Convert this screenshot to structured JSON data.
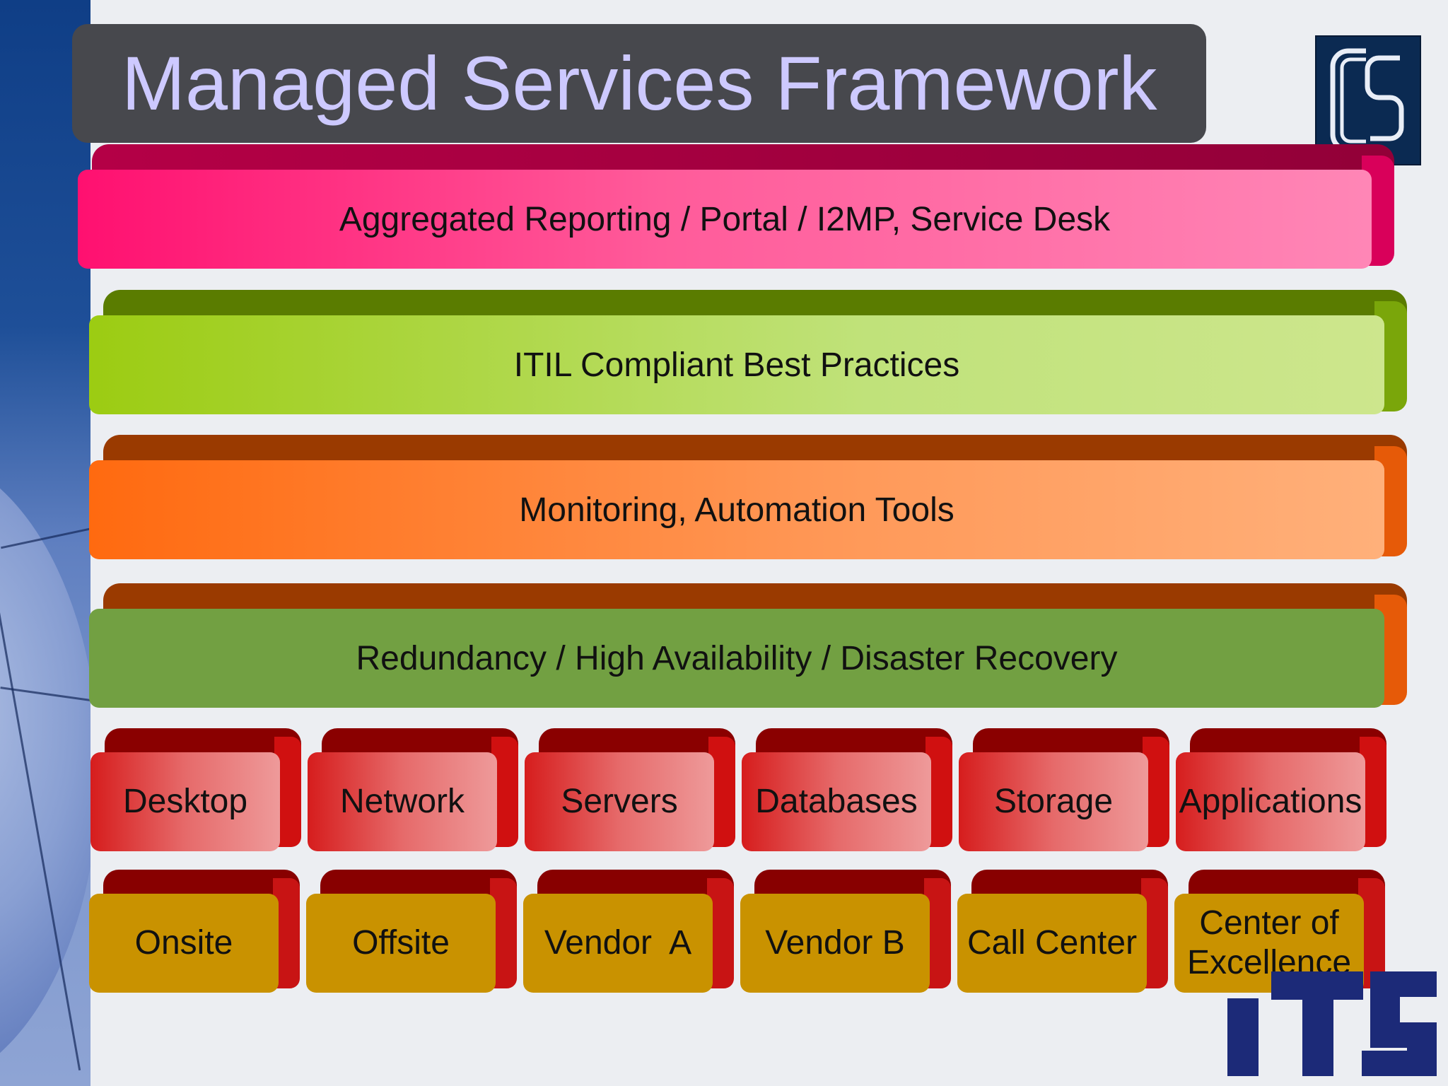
{
  "title": "Managed Services Framework",
  "layers": [
    {
      "label": "Aggregated Reporting / Portal / I2MP, Service Desk"
    },
    {
      "label": "ITIL Compliant Best Practices"
    },
    {
      "label": "Monitoring, Automation Tools"
    },
    {
      "label": "Redundancy / High Availability / Disaster Recovery"
    }
  ],
  "infrastructure": [
    "Desktop",
    "Network",
    "Servers",
    "Databases",
    "Storage",
    "Applications"
  ],
  "delivery": [
    "Onsite",
    "Offsite",
    "Vendor  A",
    "Vendor B",
    "Call Center",
    "Center of Excellence"
  ],
  "logos": {
    "top_right": "CS monogram logo",
    "bottom_right": "ITS"
  },
  "colors": {
    "title_bar": "#47484d",
    "title_text": "#cdc9ff",
    "reporting": "#ff4f90",
    "itil": "#a8d32e",
    "monitoring": "#ff8a40",
    "redundancy": "#72a042",
    "infrastructure": "#e05050",
    "delivery": "#c99200",
    "its_logo": "#1c2a78"
  }
}
